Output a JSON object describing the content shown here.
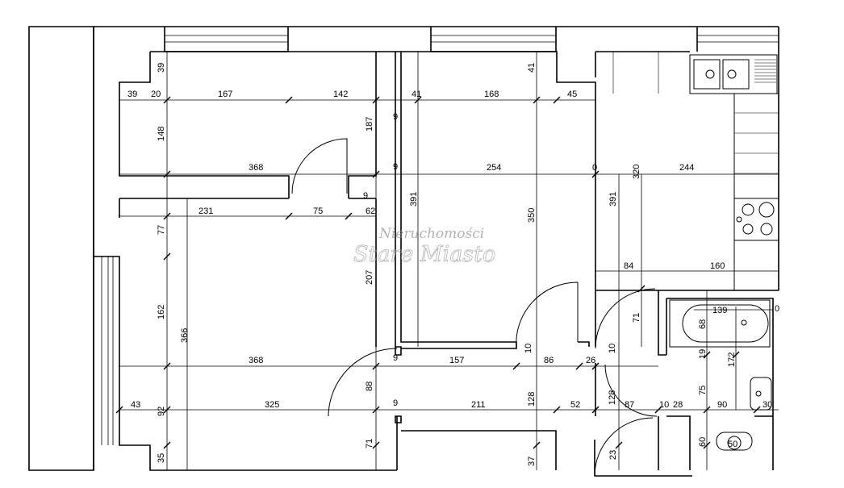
{
  "watermark": {
    "line1": "Nieruchomości",
    "line2": "Stare Miasto"
  },
  "dimensions": {
    "top_row": [
      "39",
      "39",
      "20",
      "167",
      "142",
      "41",
      "41",
      "168",
      "45"
    ],
    "room1": [
      "148",
      "187",
      "368",
      "9",
      "9",
      "9"
    ],
    "middle": [
      "254",
      "0",
      "391",
      "391",
      "350",
      "320",
      "244"
    ],
    "hall_row": [
      "231",
      "75",
      "62",
      "77",
      "207"
    ],
    "kitchen": [
      "84",
      "160",
      "71",
      "139",
      "0",
      "68"
    ],
    "lower": [
      "162",
      "366",
      "368",
      "9",
      "157",
      "86",
      "26",
      "10",
      "10",
      "19",
      "172"
    ],
    "bottom": [
      "43",
      "92",
      "325",
      "88",
      "9",
      "211",
      "52",
      "128",
      "128",
      "87",
      "10",
      "28",
      "75",
      "90",
      "30"
    ],
    "bath": [
      "71",
      "35",
      "37",
      "23",
      "60",
      "50"
    ]
  }
}
